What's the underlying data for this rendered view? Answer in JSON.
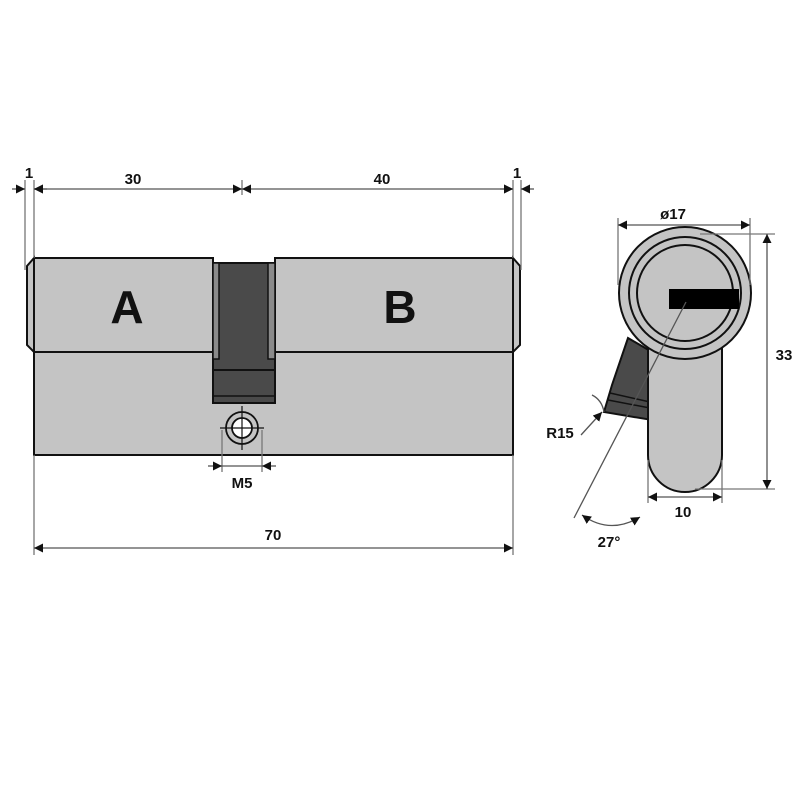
{
  "side_view": {
    "label_a": "A",
    "label_b": "B",
    "dim_left_tip": "1",
    "dim_a": "30",
    "dim_b": "40",
    "dim_right_tip": "1",
    "dim_screw": "M5",
    "dim_total": "70"
  },
  "front_view": {
    "dim_diameter": "ø17",
    "dim_height": "33",
    "dim_width": "10",
    "dim_radius": "R15",
    "dim_angle": "27°"
  },
  "colors": {
    "body": "#c4c4c4",
    "cam": "#4a4a4a",
    "outline": "#111111"
  }
}
